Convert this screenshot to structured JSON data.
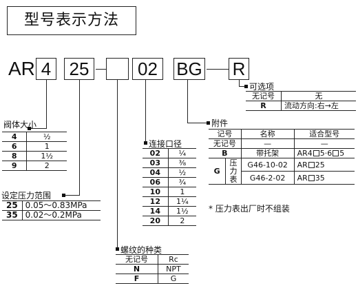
{
  "title": "型号表示方法",
  "code": {
    "prefix": "AR",
    "size": "4",
    "pressure": "25",
    "thread": "",
    "port": "02",
    "accessory": "BG",
    "option": "R"
  },
  "body_size": {
    "label": "阀体大小",
    "rows": [
      [
        "4",
        "½"
      ],
      [
        "6",
        "1"
      ],
      [
        "8",
        "1½"
      ],
      [
        "9",
        "2"
      ]
    ]
  },
  "pressure": {
    "label": "设定压力范围",
    "rows": [
      [
        "25",
        "0.05～0.83MPa"
      ],
      [
        "35",
        "0.02～0.2MPa"
      ]
    ]
  },
  "port_size": {
    "label": "连接口径",
    "rows": [
      [
        "02",
        "¼"
      ],
      [
        "03",
        "⅜"
      ],
      [
        "04",
        "½"
      ],
      [
        "06",
        "¾"
      ],
      [
        "10",
        "1"
      ],
      [
        "12",
        "1¼"
      ],
      [
        "14",
        "1½"
      ],
      [
        "20",
        "2"
      ]
    ]
  },
  "thread": {
    "label": "螺纹的种类",
    "rows": [
      [
        "无记号",
        "Rc"
      ],
      [
        "N",
        "NPT"
      ],
      [
        "F",
        "G"
      ]
    ]
  },
  "option": {
    "label": "可选项",
    "rows": [
      [
        "无记号",
        "无"
      ],
      [
        "R",
        "流动方向:右→左"
      ]
    ]
  },
  "accessory": {
    "label": "附件",
    "headers": [
      "记号",
      "名称",
      "适合型号"
    ],
    "row_none": [
      "无记号",
      "—",
      "—"
    ],
    "row_b": [
      "B",
      "带托架",
      "AR4",
      "5·6",
      "5"
    ],
    "g_key": "G",
    "g_name": [
      "压",
      "力",
      "表"
    ],
    "row_g1": [
      "G46-10-02",
      "AR",
      "25"
    ],
    "row_g2": [
      "G46-2-02",
      "AR",
      "35"
    ],
    "note": "* 压力表出厂时不组装"
  }
}
